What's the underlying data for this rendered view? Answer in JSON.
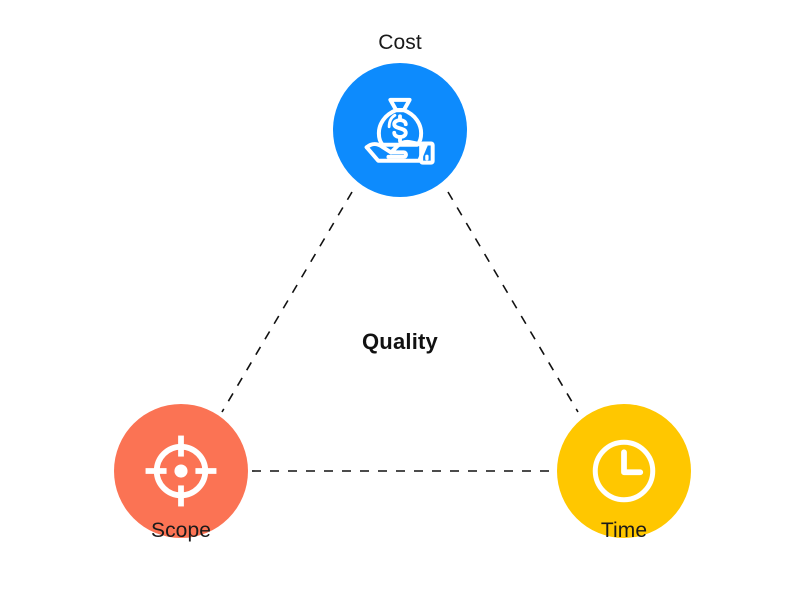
{
  "diagram": {
    "type": "project-management-triangle",
    "center_label": "Quality",
    "nodes": [
      {
        "id": "cost",
        "label": "Cost",
        "icon": "money-bag-on-hand-icon",
        "color": "#0d8bfd",
        "position": "top"
      },
      {
        "id": "scope",
        "label": "Scope",
        "icon": "target-crosshair-icon",
        "color": "#fb7354",
        "position": "bottom-left"
      },
      {
        "id": "time",
        "label": "Time",
        "icon": "clock-icon",
        "color": "#ffc700",
        "position": "bottom-right"
      }
    ],
    "edges": [
      {
        "id": "cost-scope",
        "from": "cost",
        "to": "scope",
        "style": "dashed"
      },
      {
        "id": "cost-time",
        "from": "cost",
        "to": "time",
        "style": "dashed"
      },
      {
        "id": "scope-time",
        "from": "scope",
        "to": "time",
        "style": "dashed"
      }
    ],
    "edge_color": "#111111",
    "background": "#ffffff",
    "text_color": "#1a1a1a"
  }
}
